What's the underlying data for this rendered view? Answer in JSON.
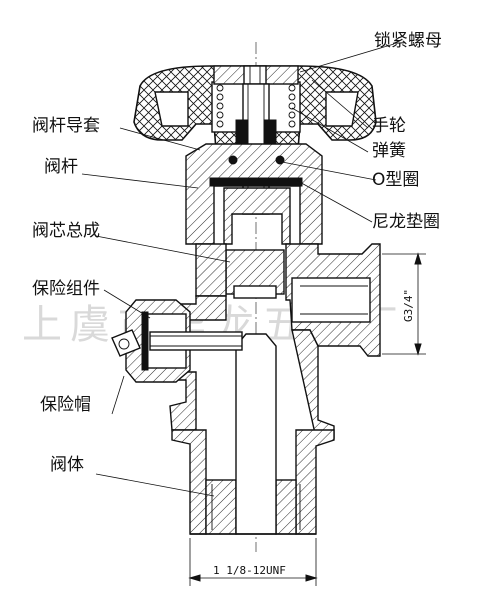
{
  "labels": {
    "lock_nut": "锁紧螺母",
    "handwheel": "手轮",
    "spring": "弹簧",
    "stem_guide": "阀杆导套",
    "stem": "阀杆",
    "o_ring": "O型圈",
    "nylon_gasket": "尼龙垫圈",
    "valve_core": "阀芯总成",
    "safety_assembly": "保险组件",
    "safety_cap": "保险帽",
    "valve_body": "阀体"
  },
  "dimensions": {
    "outlet_thread": "G3/4\"",
    "inlet_thread": "1 1/8-12UNF"
  },
  "watermark": "上虞市华龙五金厂"
}
